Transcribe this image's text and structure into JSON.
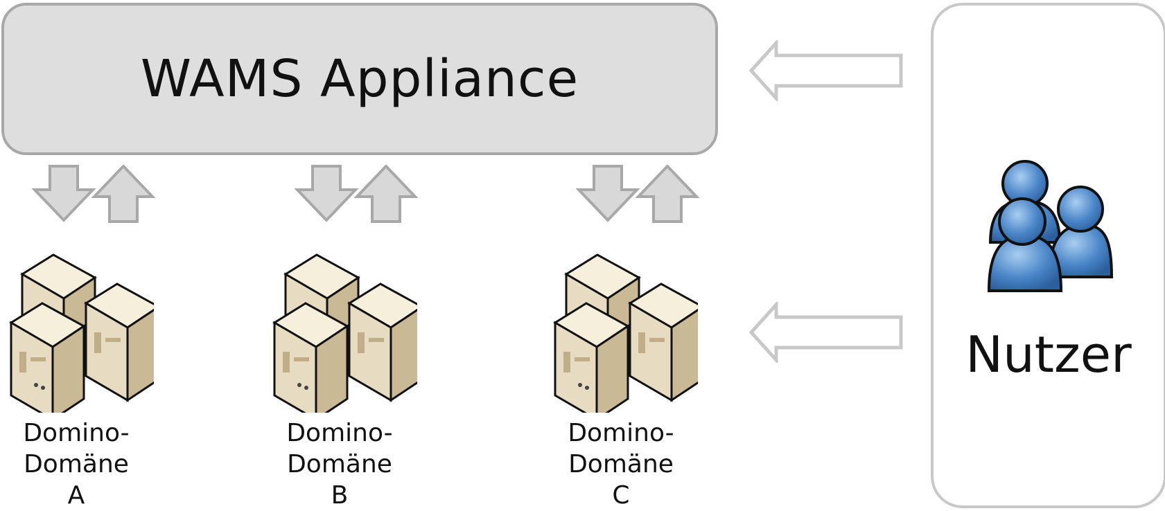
{
  "appliance": {
    "title": "WAMS Appliance"
  },
  "users": {
    "label": "Nutzer",
    "icon": "user-group-icon"
  },
  "domains": [
    {
      "line1": "Domino-",
      "line2": "Domäne",
      "line3": "A",
      "icon": "server-cluster-icon"
    },
    {
      "line1": "Domino-",
      "line2": "Domäne",
      "line3": "B",
      "icon": "server-cluster-icon"
    },
    {
      "line1": "Domino-",
      "line2": "Domäne",
      "line3": "C",
      "icon": "server-cluster-icon"
    }
  ],
  "colors": {
    "appliance_fill": "#dedede",
    "appliance_border": "#a8a8a8",
    "arrow_fill": "#d8d8d8",
    "arrow_stroke": "#a8a8a8",
    "user_blue": "#4a86c8"
  }
}
